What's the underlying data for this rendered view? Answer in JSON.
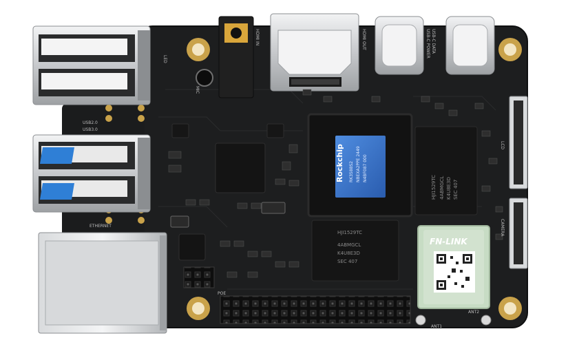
{
  "colors": {
    "pcb": "#1d1e1f",
    "pcb_edge": "#111213",
    "trace": "#2a2b2d",
    "gold": "#c9a24a",
    "metal_light": "#e4e6e8",
    "metal_mid": "#b9bcbf",
    "metal_dark": "#8b8e91",
    "usb3_blue": "#2f7fd6",
    "soc_label_blue": "#3a71c9",
    "module_green": "#c7dcc4",
    "chip_black": "#151515",
    "silkscreen": "#bdbdbd"
  },
  "soc": {
    "brand": "Rockchip",
    "line1": "RK3588S2",
    "line2": "NBEXA2PPE 2449",
    "line3": "N4BF087 000"
  },
  "ram_top": {
    "lines": [
      "SEC 407",
      "K4U8E3D",
      "4ABMGCL",
      "HJI1529TC"
    ]
  },
  "ram_bottom": {
    "lines": [
      "HJI1529TC",
      "4ABMGCL",
      "K4U8E3D",
      "SEC 407"
    ]
  },
  "wifi_module": {
    "brand": "FN-LINK"
  },
  "silkscreen": {
    "led": "LED",
    "mic": "MIC",
    "hdmi_in": "HDMI IN",
    "hdmi_out": "HDMI OUT",
    "usb_c_power": "USB-C POWER",
    "usb_c_data": "USB-C DATA",
    "lcd": "LCD",
    "camera": "CAMERA",
    "ethernet": "ETHERNET",
    "poe": "POE",
    "ant1": "ANT1",
    "ant2": "ANT2",
    "usb3": "USB3.0",
    "usb2": "USB2.0"
  }
}
